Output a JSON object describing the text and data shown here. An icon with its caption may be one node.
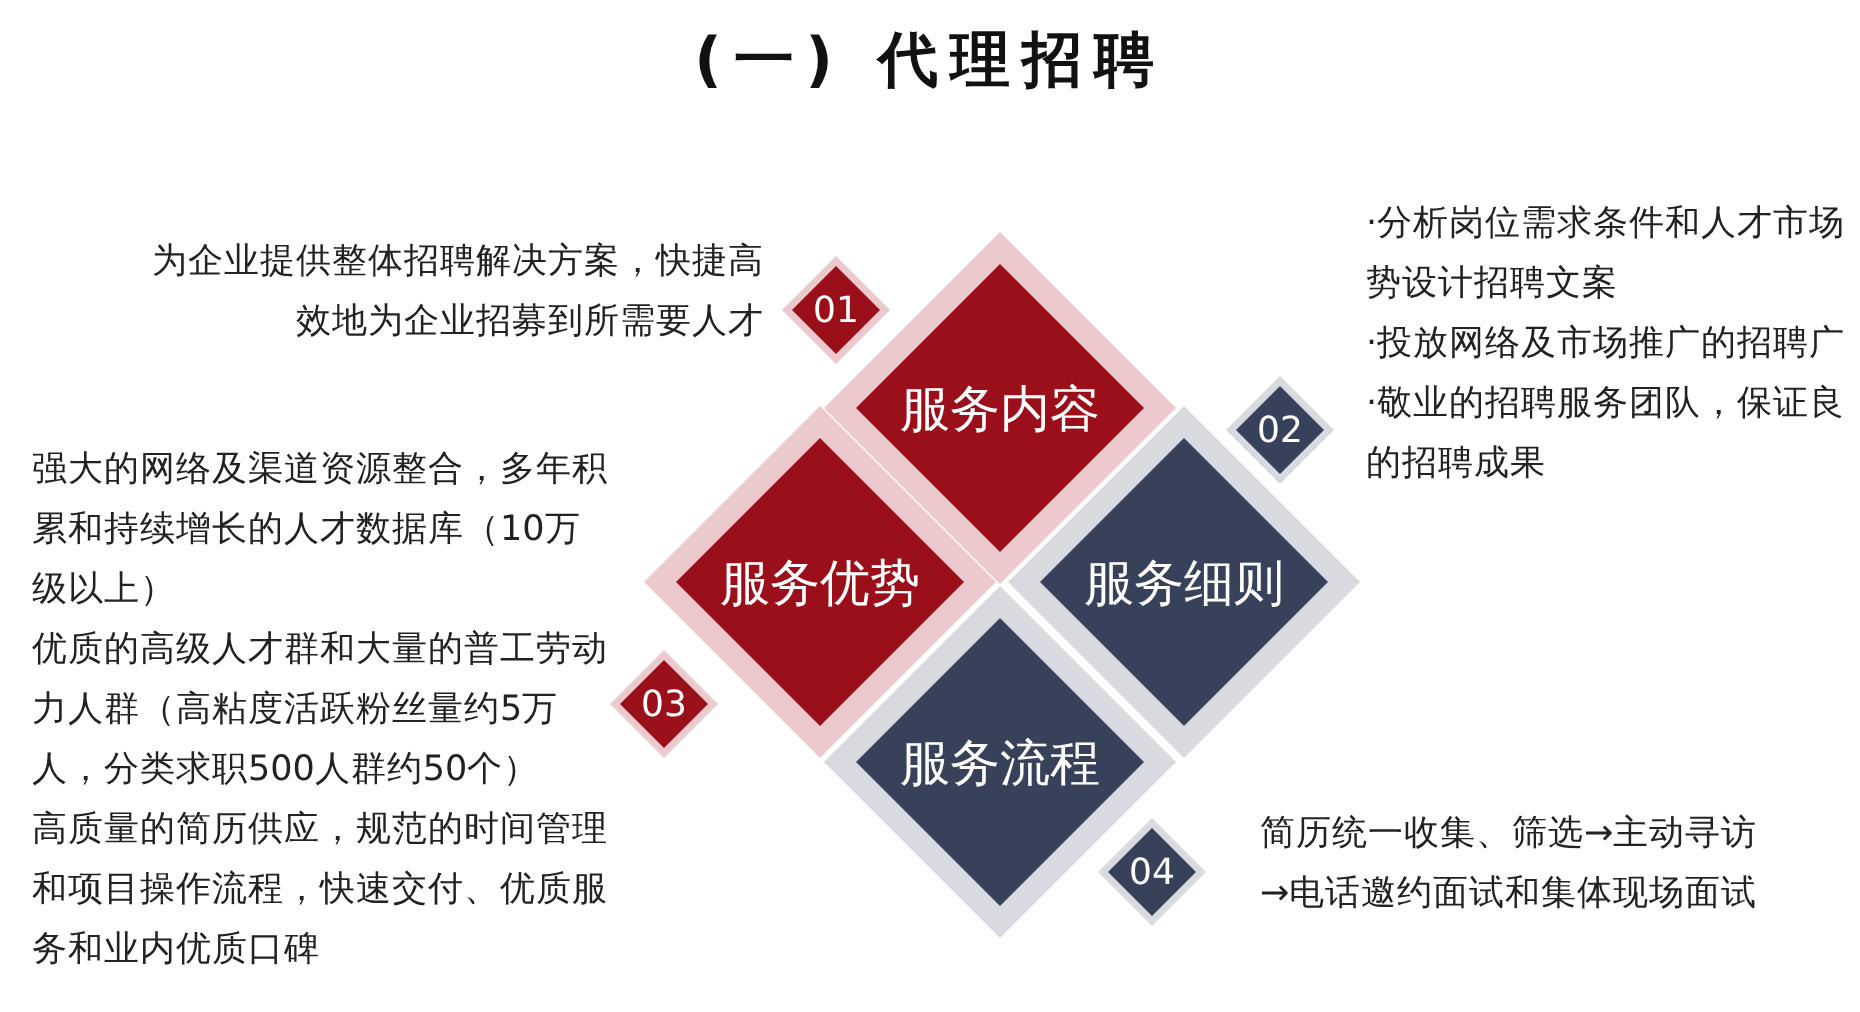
{
  "diagram": {
    "title": "(一) 代理招聘",
    "nodes": [
      {
        "text": [
          "服务内容"
        ]
      },
      {
        "text": [
          "服务优势"
        ]
      },
      {
        "text": [
          "服务细则"
        ]
      },
      {
        "text": [
          "服务流程"
        ]
      },
      {
        "text": [
          "01"
        ],
        "beside": [
          "为企业提供整体招聘解决方案，快捷高效地为企业招募到所需要人才"
        ]
      },
      {
        "text": [
          "02"
        ],
        "beside": [
          "·分析岗位需求条件和人才市场势设计招聘文案",
          "·投放网络及市场推广的招聘广",
          "·敬业的招聘服务团队，保证良的招聘成果"
        ]
      },
      {
        "text": [
          "03"
        ],
        "beside": [
          "强大的网络及渠道资源整合，多年积累和持续增长的人才数据库（10万级以上）",
          "优质的高级人才群和大量的普工劳动力人群（高粘度活跃粉丝量约5万人，分类求职500人群约50个）",
          "高质量的简历供应，规范的时间管理和项目操作流程，快速交付、优质服务和业内优质口碑"
        ]
      },
      {
        "text": [
          "04"
        ],
        "beside": [
          "简历统一收集、筛选→主动寻访→电话邀约面试和集体现场面试"
        ]
      }
    ]
  }
}
